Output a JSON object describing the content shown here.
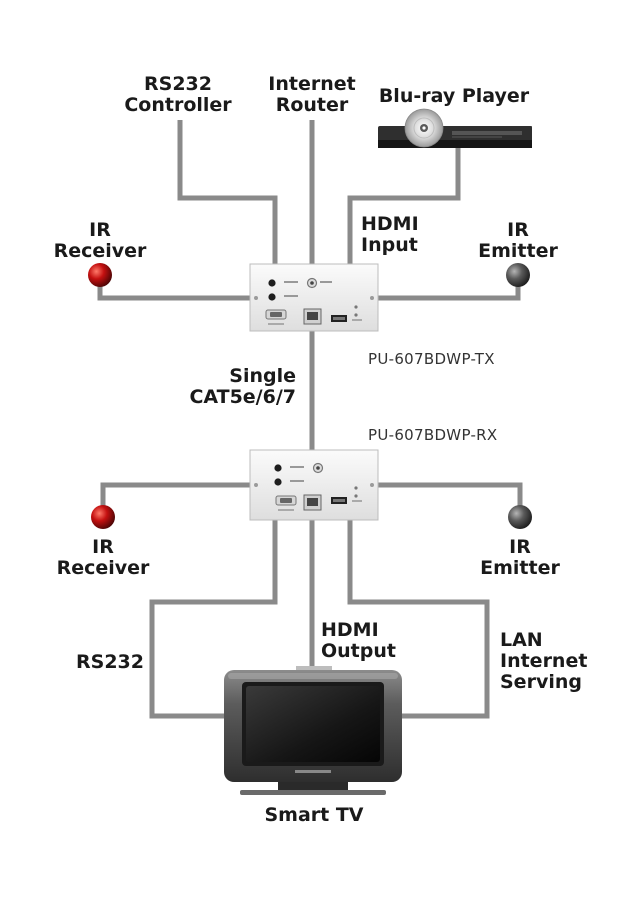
{
  "labels": {
    "rs232_controller": [
      "RS232",
      "Controller"
    ],
    "internet_router": [
      "Internet",
      "Router"
    ],
    "bluray_player": "Blu-ray Player",
    "hdmi_input": [
      "HDMI",
      "Input"
    ],
    "ir_receiver_top": [
      "IR",
      "Receiver"
    ],
    "ir_emitter_top": [
      "IR",
      "Emitter"
    ],
    "single_cat": [
      "Single",
      "CAT5e/6/7"
    ],
    "ir_receiver_bottom": [
      "IR",
      "Receiver"
    ],
    "ir_emitter_bottom": [
      "IR",
      "Emitter"
    ],
    "rs232": "RS232",
    "hdmi_output": [
      "HDMI",
      "Output"
    ],
    "lan": [
      "LAN",
      "Internet",
      "Serving"
    ],
    "smart_tv": "Smart TV"
  },
  "models": {
    "tx": "PU-607BDWP-TX",
    "rx": "PU-607BDWP-RX"
  },
  "colors": {
    "cable": "#8a8a8a",
    "ir_receiver": "#c41010",
    "ir_emitter": "#5a5a5a",
    "plate": "#f2f2f2"
  },
  "icons": {
    "ir_receiver": "red-led-icon",
    "ir_emitter": "dark-led-icon",
    "bluray": "bluray-player-icon",
    "tv": "tv-icon"
  }
}
